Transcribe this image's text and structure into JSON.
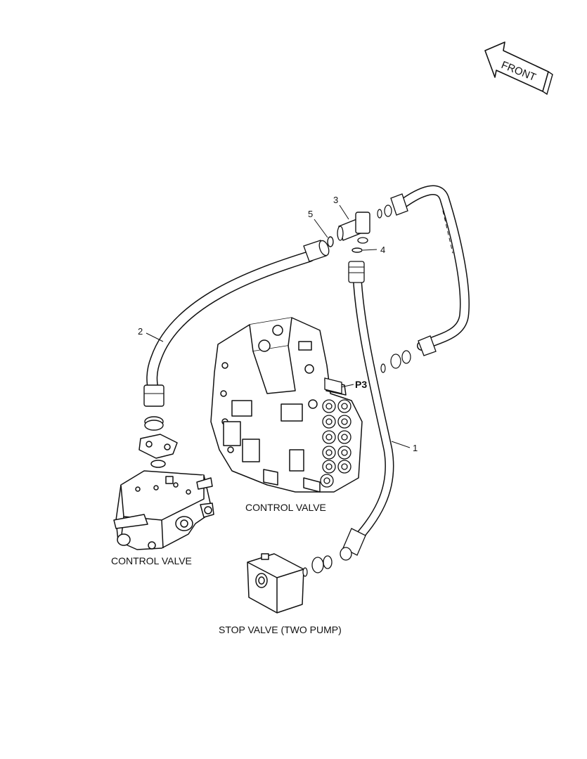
{
  "direction_arrow": {
    "label": "FRONT"
  },
  "callouts": [
    "1",
    "2",
    "3",
    "4",
    "5"
  ],
  "port_label": "P3",
  "components": {
    "main_control_valve": "CONTROL VALVE",
    "secondary_control_valve": "CONTROL VALVE",
    "stop_valve": "STOP VALVE (TWO PUMP)"
  }
}
